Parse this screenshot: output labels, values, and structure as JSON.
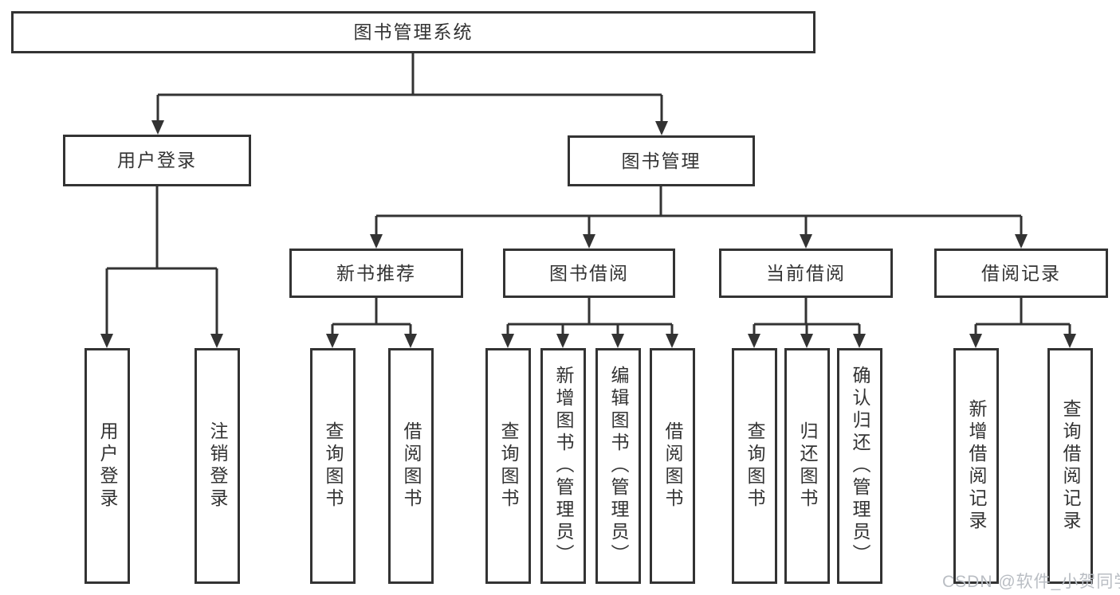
{
  "colors": {
    "line": "#333333",
    "box_border": "#333333",
    "box_fill": "#ffffff",
    "text": "#333333",
    "background": "#ffffff",
    "watermark": "#b9bdc3"
  },
  "tree": {
    "root": "图书管理系统",
    "branches": [
      {
        "label": "用户登录",
        "children": [
          "用户登录",
          "注销登录"
        ]
      },
      {
        "label": "图书管理",
        "sections": [
          {
            "label": "新书推荐",
            "children": [
              "查询图书",
              "借阅图书"
            ]
          },
          {
            "label": "图书借阅",
            "children": [
              "查询图书",
              "新增图书（管理员）",
              "编辑图书（管理员）",
              "借阅图书"
            ]
          },
          {
            "label": "当前借阅",
            "children": [
              "查询图书",
              "归还图书",
              "确认归还（管理员）"
            ]
          },
          {
            "label": "借阅记录",
            "children": [
              "新增借阅记录",
              "查询借阅记录"
            ]
          }
        ]
      }
    ]
  },
  "watermark": {
    "text": "CSDN @软件_小贺同学"
  }
}
